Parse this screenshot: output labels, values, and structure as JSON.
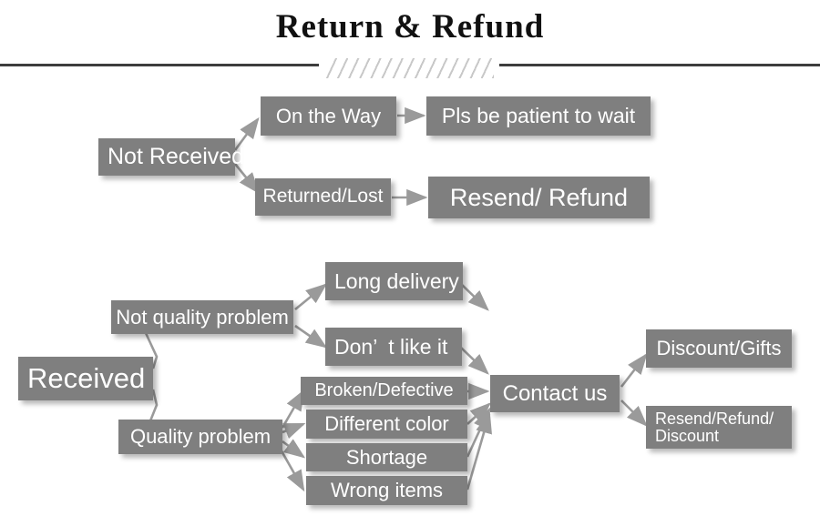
{
  "header": {
    "title": "Return & Refund",
    "divider_icon": "diagonal-hatch-divider"
  },
  "colors": {
    "box_fill": "#7f7f7f",
    "box_text": "#ffffff",
    "rule": "#3d3d3d",
    "hatch": "#c8c8c8",
    "connector": "#9a9a9a",
    "page_background": "#ffffff"
  },
  "flowchart": {
    "not_received_branch": {
      "root": {
        "label": "Not Received"
      },
      "options": [
        {
          "label": "On the Way",
          "outcome": "Pls be patient to wait"
        },
        {
          "label": "Returned/Lost",
          "outcome": "Resend/ Refund"
        }
      ]
    },
    "received_branch": {
      "root": {
        "label": "Received"
      },
      "categories": [
        {
          "label": "Not quality problem",
          "issues": [
            "Long delivery",
            "Don’  t like it"
          ]
        },
        {
          "label": "Quality problem",
          "issues": [
            "Broken/Defective",
            "Different color",
            "Shortage",
            "Wrong items"
          ]
        }
      ],
      "action": {
        "label": "Contact us"
      },
      "resolutions": [
        {
          "label": "Discount/Gifts"
        },
        {
          "label": "Resend/Refund/\nDiscount"
        }
      ]
    }
  }
}
